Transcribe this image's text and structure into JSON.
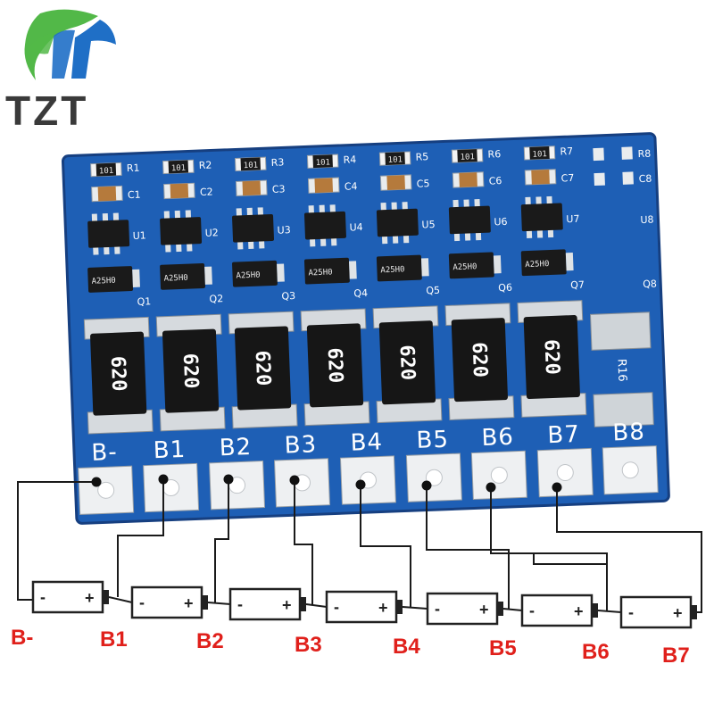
{
  "brand": {
    "logo_text": "TZT",
    "colors": {
      "green": "#52b848",
      "blue": "#1f6fc6",
      "text": "#3a3a3a"
    }
  },
  "board": {
    "pcb_color": "#1e5fb5",
    "pad_labels": [
      "B-",
      "B1",
      "B2",
      "B3",
      "B4",
      "B5",
      "B6",
      "B7",
      "B8"
    ],
    "resistor_codes": [
      "620",
      "620",
      "620",
      "620",
      "620",
      "620",
      "620"
    ],
    "top_resistor_code": "101",
    "chip_marking": "A25H0",
    "r16_label": "R16",
    "silk_labels": {
      "top": [
        "R1",
        "R2",
        "R3",
        "R4",
        "R5",
        "R6",
        "R7",
        "R8"
      ],
      "caps": [
        "C1",
        "C2",
        "C3",
        "C4",
        "C5",
        "C6",
        "C7",
        "C8"
      ],
      "ics": [
        "U1",
        "U2",
        "U3",
        "U4",
        "U5",
        "U6",
        "U7",
        "U8"
      ],
      "fets": [
        "Q1",
        "Q2",
        "Q3",
        "Q4",
        "Q5",
        "Q6",
        "Q7",
        "Q8"
      ]
    }
  },
  "wiring": {
    "battery_count": 7,
    "battery_minus": "-",
    "battery_plus": "+",
    "tap_labels": [
      "B-",
      "B1",
      "B2",
      "B3",
      "B4",
      "B5",
      "B6",
      "B7"
    ],
    "label_color": "#e0201b"
  }
}
